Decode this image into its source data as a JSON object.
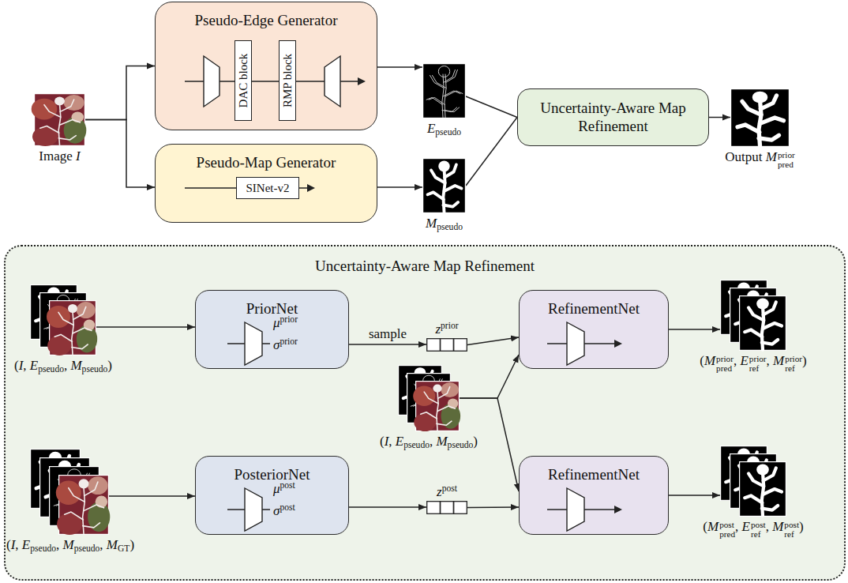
{
  "diagram": {
    "nodes": [
      {
        "text": [
          "Image I"
        ]
      },
      {
        "text": [
          "Pseudo-Edge Generator"
        ]
      },
      {
        "text": [
          "DAC block"
        ],
        "in": 1
      },
      {
        "text": [
          "RMP block"
        ],
        "in": 1
      },
      {
        "text": [
          "Pseudo-Map Generator"
        ]
      },
      {
        "text": [
          "SINet-v2"
        ],
        "in": 4
      },
      {
        "text": [
          "Epseudo"
        ]
      },
      {
        "text": [
          "Mpseudo"
        ]
      },
      {
        "text": [
          "Uncertainty-Aware Map Refinement"
        ]
      },
      {
        "text": [
          "Output Mpriorpred"
        ]
      },
      {
        "text": [
          "Uncertainty-Aware Map Refinement"
        ]
      },
      {
        "text": [
          "(I, Epseudo, Mpseudo)"
        ],
        "in": 10
      },
      {
        "text": [
          "PriorNet",
          "μprior",
          "σprior"
        ],
        "in": 10
      },
      {
        "text": [
          "zprior"
        ],
        "in": 10
      },
      {
        "text": [
          "RefinementNet"
        ],
        "in": 10
      },
      {
        "text": [
          "(Mpriorpred, Epriorref, Mpriorref)"
        ],
        "in": 10
      },
      {
        "text": [
          "(I, Epseudo, Mpseudo)"
        ],
        "in": 10
      },
      {
        "text": [
          "(I, Epseudo, Mpseudo, MGT)"
        ],
        "in": 10
      },
      {
        "text": [
          "PosteriorNet",
          "μpost",
          "σpost"
        ],
        "in": 10
      },
      {
        "text": [
          "zpost"
        ],
        "in": 10
      },
      {
        "text": [
          "RefinementNet"
        ],
        "in": 10
      },
      {
        "text": [
          "(Mpostpred, Epostref, Mpostref)"
        ],
        "in": 10
      }
    ],
    "edges": [
      {
        "from": 0,
        "to": 1,
        "arrow": "to"
      },
      {
        "from": 0,
        "to": 4,
        "arrow": "to"
      },
      {
        "from": 1,
        "to": 6,
        "arrow": "to"
      },
      {
        "from": 4,
        "to": 7,
        "arrow": "to"
      },
      {
        "from": 6,
        "to": 8,
        "arrow": "none"
      },
      {
        "from": 7,
        "to": 8,
        "arrow": "none"
      },
      {
        "from": 8,
        "to": 9,
        "arrow": "to"
      },
      {
        "from": 11,
        "to": 12,
        "arrow": "to"
      },
      {
        "from": 12,
        "to": 13,
        "label": "sample",
        "arrow": "to"
      },
      {
        "from": 13,
        "to": 14,
        "arrow": "to"
      },
      {
        "from": 16,
        "to": 14,
        "arrow": "to"
      },
      {
        "from": 14,
        "to": 15,
        "arrow": "to"
      },
      {
        "from": 16,
        "to": 20,
        "arrow": "to"
      },
      {
        "from": 17,
        "to": 18,
        "arrow": "to"
      },
      {
        "from": 18,
        "to": 19,
        "arrow": "to"
      },
      {
        "from": 19,
        "to": 20,
        "arrow": "to"
      },
      {
        "from": 20,
        "to": 21,
        "arrow": "to"
      }
    ]
  }
}
